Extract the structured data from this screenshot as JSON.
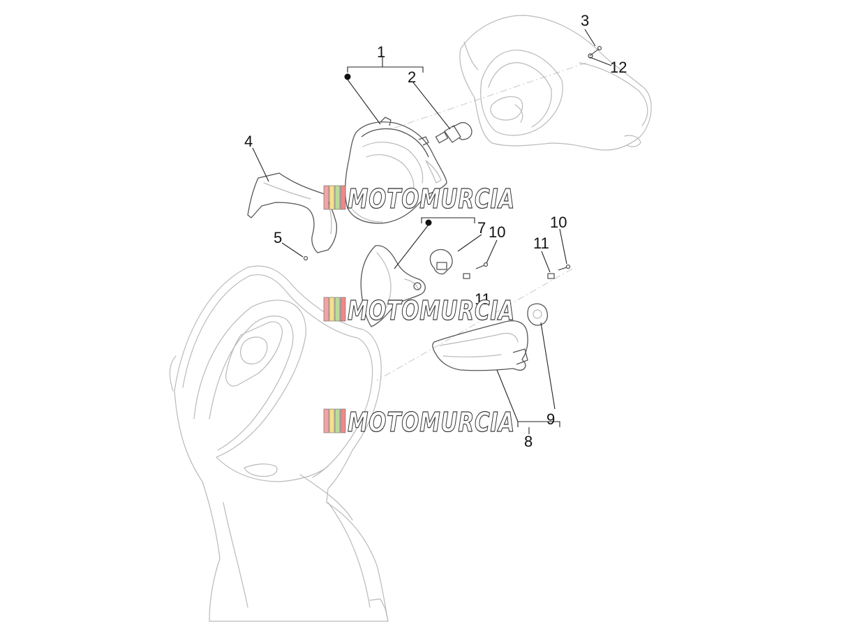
{
  "watermark": {
    "text": "MOTOMURCIA",
    "stripe_colors": [
      "#f4a3a3",
      "#f6e08a",
      "#b9dc9a",
      "#ee8a8a"
    ]
  },
  "callouts": {
    "c1": "1",
    "c2": "2",
    "c3": "3",
    "c4": "4",
    "c5": "5",
    "c7": "7",
    "c8": "8",
    "c9": "9",
    "c10a": "10",
    "c10b": "10",
    "c11a": "11",
    "c11b": "11",
    "c12": "12"
  }
}
